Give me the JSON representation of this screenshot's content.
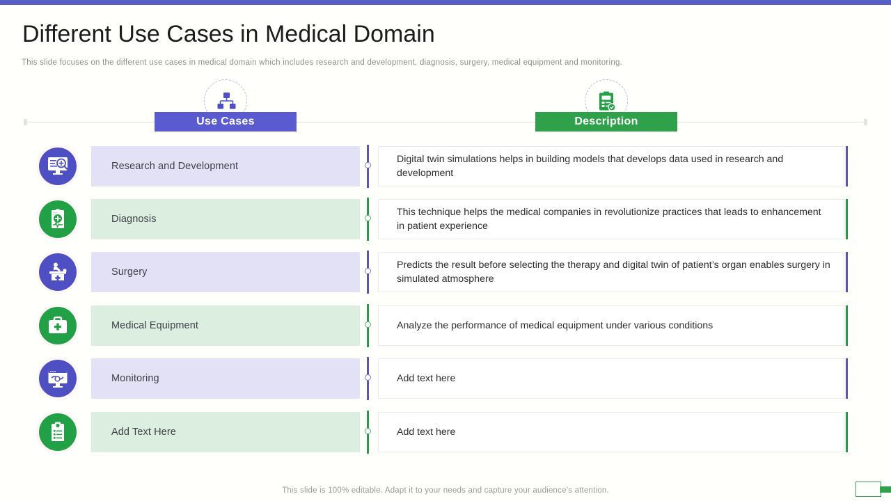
{
  "slide": {
    "title": "Different Use Cases in Medical Domain",
    "subtitle": "This slide focuses on the different  use cases in medical domain which includes research and development,  diagnosis, surgery,  medical equipment and monitoring.",
    "footer_note": "This slide is 100% editable. Adapt it to your needs and capture your audience’s attention."
  },
  "colors": {
    "top_bar": "#5a5fc7",
    "purple": "#5a5ad1",
    "purple_disc": "#4f4fc4",
    "purple_bar": "#5a57b0",
    "purple_fill": "#e3e1f5",
    "green": "#2fa14b",
    "green_disc": "#21a045",
    "green_bar": "#2a9a4a",
    "green_fill": "#dbeedf",
    "text": "#40404a",
    "muted": "#8d8d8d"
  },
  "headers": {
    "use_cases": {
      "label": "Use Cases",
      "icon": "org-chart-icon"
    },
    "description": {
      "label": "Description",
      "icon": "clipboard-report-icon"
    }
  },
  "rows": [
    {
      "theme": "purple",
      "icon": "research-monitor-icon",
      "label": "Research and Development",
      "description": "Digital twin simulations  helps in building models that develops data used in research and development"
    },
    {
      "theme": "green",
      "icon": "diagnosis-clipboard-icon",
      "label": "Diagnosis",
      "description": "This technique helps the medical companies in revolutionize  practices that leads to enhancement  in patient experience"
    },
    {
      "theme": "purple",
      "icon": "surgery-table-icon",
      "label": "Surgery",
      "description": "Predicts the result before selecting the therapy  and digital twin of patient’s organ enables surgery  in simulated atmosphere"
    },
    {
      "theme": "green",
      "icon": "first-aid-kit-icon",
      "label": "Medical Equipment",
      "description": "Analyze the performance of medical equipment under various conditions"
    },
    {
      "theme": "purple",
      "icon": "monitoring-screen-icon",
      "label": "Monitoring",
      "description": "Add text here"
    },
    {
      "theme": "green",
      "icon": "checklist-clipboard-icon",
      "label": "Add Text Here",
      "description": "Add text here"
    }
  ]
}
